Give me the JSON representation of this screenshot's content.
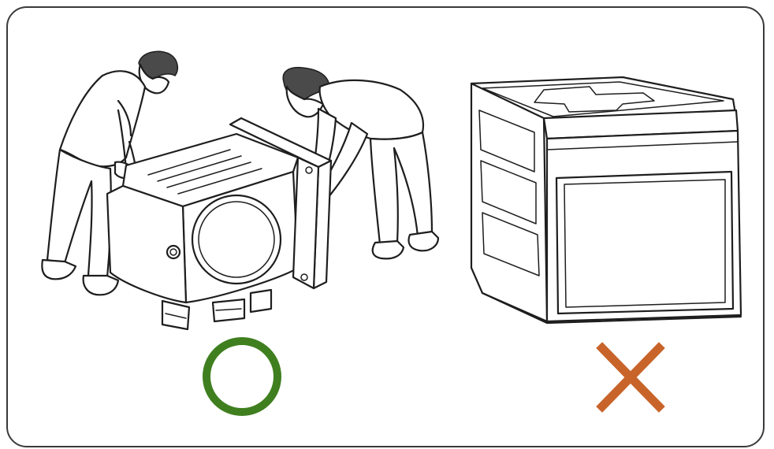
{
  "panels": [
    {
      "id": "correct-method",
      "mark": "circle",
      "mark_color": "#3f7f1f"
    },
    {
      "id": "incorrect-method",
      "mark": "cross",
      "mark_color": "#c8642a"
    }
  ],
  "colors": {
    "frame": "#3a3a3a",
    "line_art": "#1e1e1e",
    "background": "#ffffff"
  },
  "icons": [
    "approved-circle-icon",
    "rejected-cross-icon"
  ]
}
